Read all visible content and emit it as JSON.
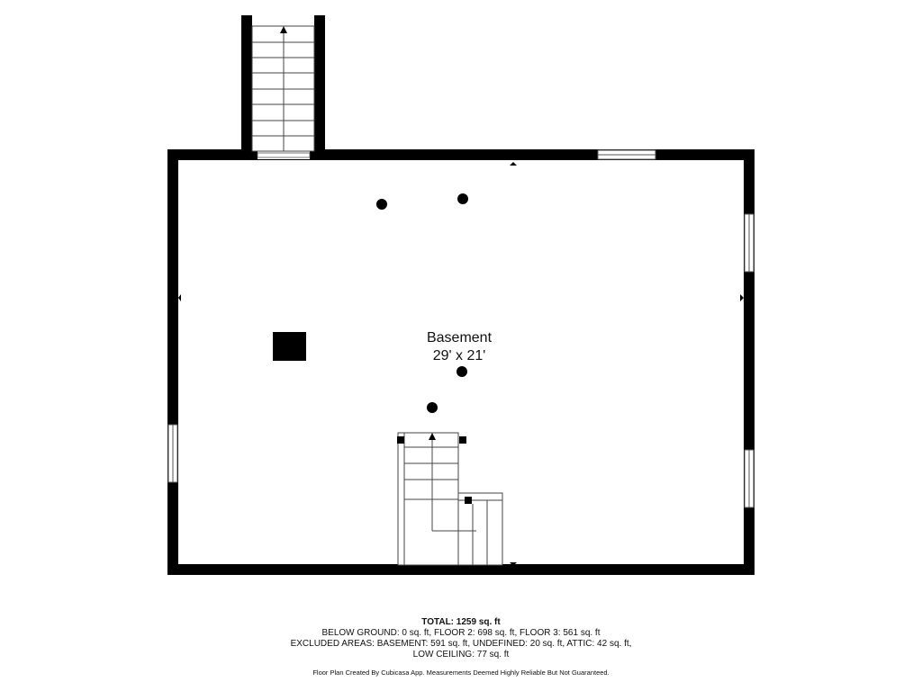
{
  "room": {
    "name": "Basement",
    "dimensions": "29' x 21'"
  },
  "summary": {
    "total": "TOTAL: 1259 sq. ft",
    "line1": "BELOW GROUND: 0 sq. ft, FLOOR 2: 698 sq. ft, FLOOR 3: 561 sq. ft",
    "line2": "EXCLUDED AREAS: BASEMENT: 591 sq. ft, UNDEFINED: 20 sq. ft, ATTIC: 42 sq. ft,",
    "line3": "LOW CEILING: 77 sq. ft"
  },
  "credit": "Floor Plan Created By Cubicasa App. Measurements Deemed Highly Reliable But Not Guaranteed."
}
